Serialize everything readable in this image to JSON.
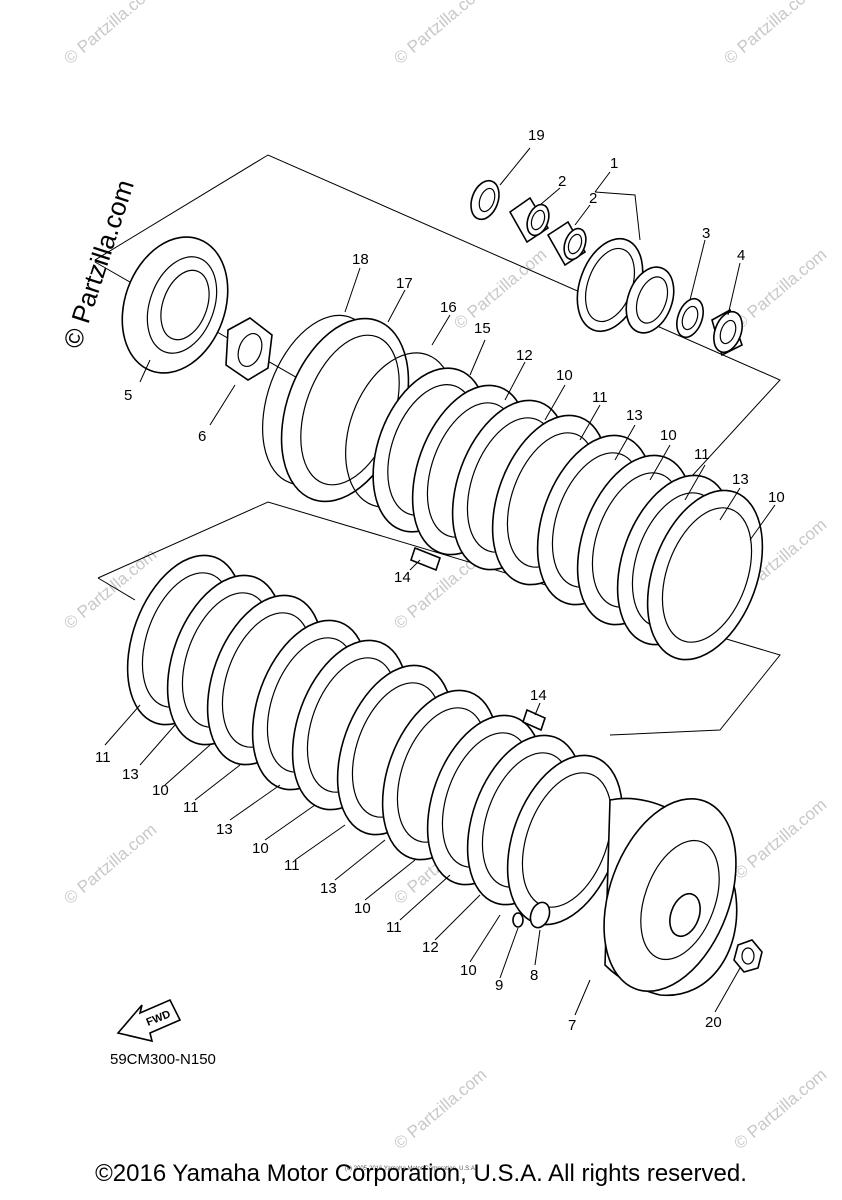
{
  "watermark": {
    "text": "© Partzilla.com",
    "main_text": "© Partzilla.com"
  },
  "diagram_code": "59CM300-N150",
  "fwd_label": "FWD",
  "small_copyright": "(c) 2005-2016 Yamaha Motor Corporation, U.S.A.",
  "copyright": "©2016 Yamaha Motor Corporation, U.S.A. All rights reserved.",
  "labels": {
    "l19": "19",
    "l1": "1",
    "l2a": "2",
    "l2b": "2",
    "l3": "3",
    "l4": "4",
    "l5": "5",
    "l6": "6",
    "l18": "18",
    "l17": "17",
    "l16": "16",
    "l15": "15",
    "l12a": "12",
    "l10a": "10",
    "l11a": "11",
    "l13a": "13",
    "l10b": "10",
    "l11b": "11",
    "l13b": "13",
    "l10c": "10",
    "l14a": "14",
    "l11c": "11",
    "l13c": "13",
    "l10d": "10",
    "l11d": "11",
    "l13d": "13",
    "l10e": "10",
    "l11e": "11",
    "l13e": "13",
    "l10f": "10",
    "l11f": "11",
    "l12b": "12",
    "l10g": "10",
    "l9": "9",
    "l8": "8",
    "l7": "7",
    "l14b": "14",
    "l20": "20"
  }
}
